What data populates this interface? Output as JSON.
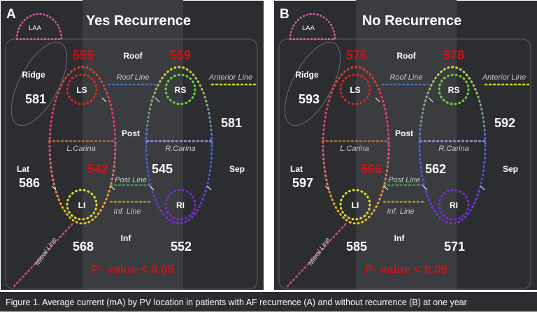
{
  "caption": "Figure 1. Average current (mA) by PV location in patients with AF recurrence (A) and without recurrence (B) at one year",
  "colors": {
    "background": "#2b2d30",
    "outer": "#ffffff",
    "red_value": "#c8141b",
    "white_value": "#ffffff",
    "line_label": "#c9c9c9",
    "left_ring": "#e6df2a",
    "right_ring": "#7b2bd6",
    "roof_line": "#4d6fb0",
    "anterior_line": "#d6d622",
    "carina_left": "#b56a2a",
    "carina_right": "#9a8fe0",
    "post_line": "#3a9a5a",
    "inf_line": "#b28a3a",
    "mitral_line": "#c0507a",
    "laa": "#e05fa5"
  },
  "labels": {
    "laa": "LAA",
    "ridge": "Ridge",
    "roof": "Roof",
    "post": "Post",
    "lat": "Lat",
    "sep": "Sep",
    "inf": "Inf",
    "ls": "LS",
    "rs": "RS",
    "li": "LI",
    "ri": "RI",
    "roof_line": "Roof Line",
    "anterior_line": "Anterior Line",
    "l_carina": "L.Carina",
    "r_carina": "R.Carina",
    "post_line": "Post Line",
    "inf_line": "Inf. Line",
    "mitral_line": "Mitral Line"
  },
  "panels": [
    {
      "letter": "A",
      "title": "Yes Recurrence",
      "values": {
        "ls_top": "555",
        "rs_top": "559",
        "ridge": "581",
        "sep_upper": "581",
        "lat": "586",
        "left_carina": "542",
        "right_carina": "545",
        "li_bottom": "568",
        "ri_bottom": "552"
      },
      "pvalue": "P- value < 0.05"
    },
    {
      "letter": "B",
      "title": "No Recurrence",
      "values": {
        "ls_top": "576",
        "rs_top": "578",
        "ridge": "593",
        "sep_upper": "592",
        "lat": "597",
        "left_carina": "566",
        "right_carina": "562",
        "li_bottom": "585",
        "ri_bottom": "571"
      },
      "pvalue": "P- value < 0.05"
    }
  ]
}
